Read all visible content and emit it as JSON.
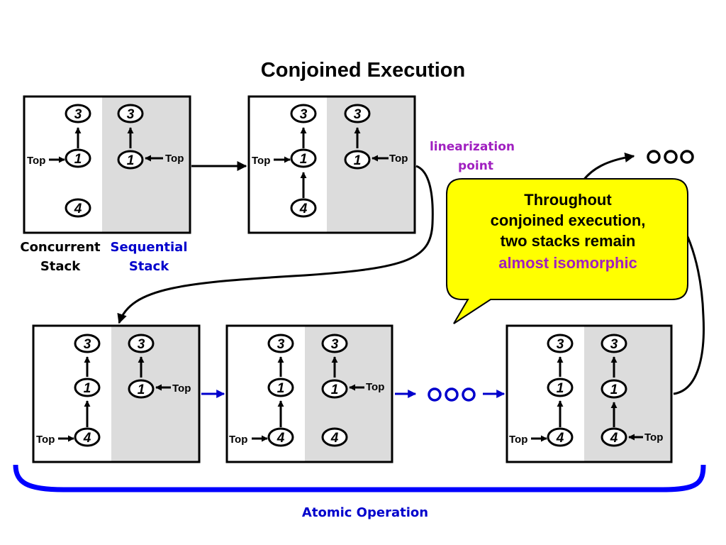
{
  "title": "Conjoined Execution",
  "labels": {
    "concurrent_line1": "Concurrent",
    "concurrent_line2": "Stack",
    "sequential_line1": "Sequential",
    "sequential_line2": "Stack",
    "linearization_line1": "linearization",
    "linearization_line2": "point",
    "atomic": "Atomic Operation",
    "top": "Top"
  },
  "callout": {
    "line1": "Throughout",
    "line2": "conjoined execution,",
    "line3": "two stacks remain",
    "line4": "almost isomorphic"
  },
  "colors": {
    "gray_panel": "#dcdcdc",
    "callout_fill": "#ffff00",
    "blue": "#0000cc",
    "purple": "#a020c0"
  },
  "states": [
    {
      "name": "state-1",
      "concurrent": [
        "3",
        "1",
        "4"
      ],
      "sequential": [
        "3",
        "1"
      ]
    },
    {
      "name": "state-2",
      "concurrent": [
        "3",
        "1",
        "4"
      ],
      "sequential": [
        "3",
        "1"
      ]
    },
    {
      "name": "state-3",
      "concurrent": [
        "3",
        "1",
        "4"
      ],
      "sequential": [
        "3",
        "1"
      ]
    },
    {
      "name": "state-4",
      "concurrent": [
        "3",
        "1",
        "4"
      ],
      "sequential": [
        "3",
        "1",
        "4"
      ]
    },
    {
      "name": "state-5",
      "concurrent": [
        "3",
        "1",
        "4"
      ],
      "sequential": [
        "3",
        "1",
        "4"
      ]
    }
  ]
}
